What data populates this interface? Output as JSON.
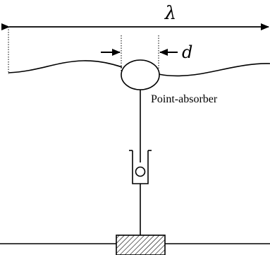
{
  "labels": {
    "wavelength_symbol": "λ",
    "diameter_symbol": "d",
    "device_name": "Point-absorber"
  },
  "colors": {
    "ink": "#000000",
    "background": "#ffffff"
  }
}
